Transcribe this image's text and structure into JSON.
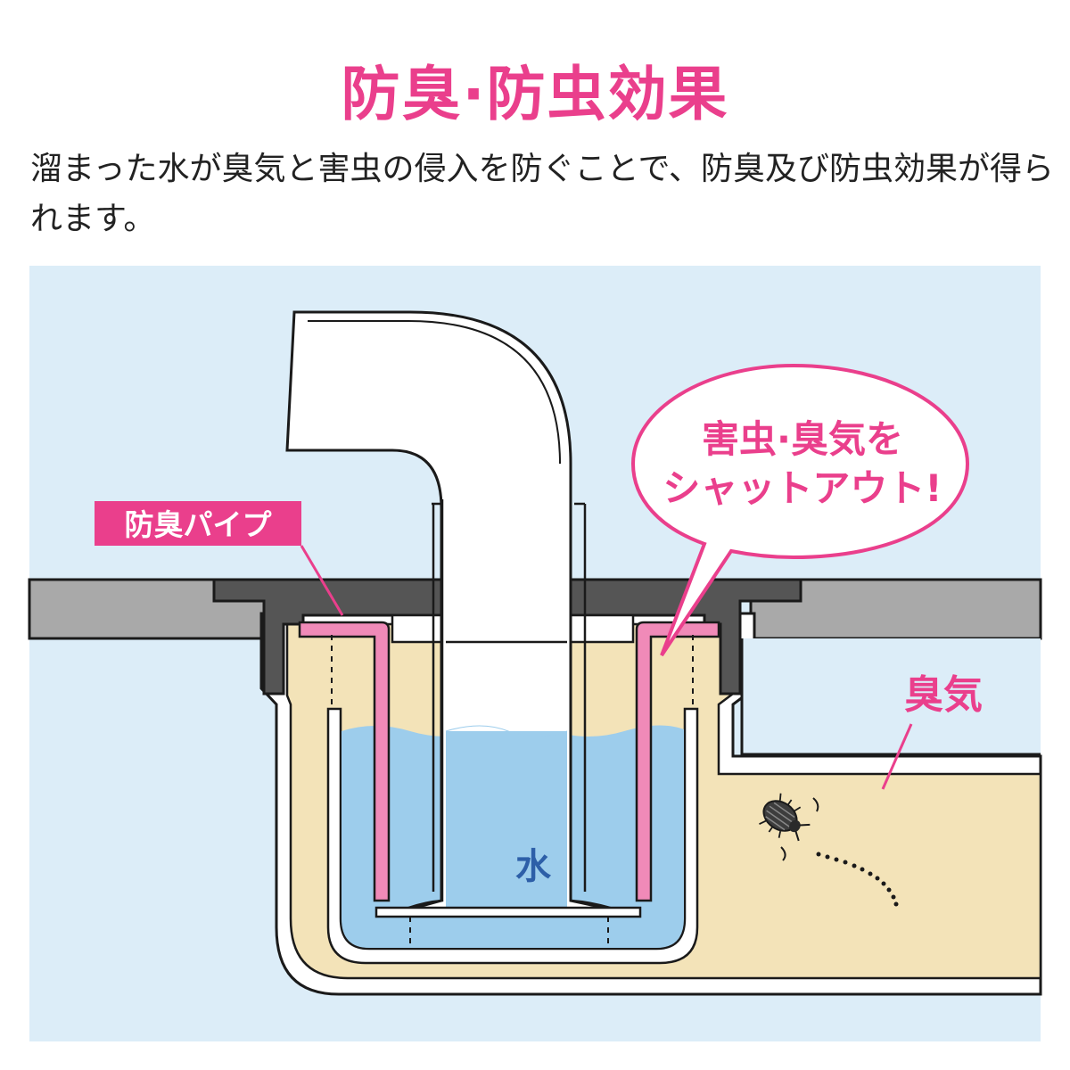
{
  "title": "防臭·防虫効果",
  "description": "溜まった水が臭気と害虫の侵入を防ぐことで、防臭及び防虫効果が得られます。",
  "labels": {
    "pipe_label": "防臭パイプ",
    "bubble_line1": "害虫·臭気を",
    "bubble_line2": "シャットアウト!",
    "odor": "臭気",
    "water": "水"
  },
  "colors": {
    "accent": "#ea3f8c",
    "background_panel": "#dcedf8",
    "water": "#9dcdec",
    "odor_fill": "#f3e3b8",
    "floor": "#a9a9a9",
    "gasket": "#555555",
    "water_label": "#2d5fa8"
  }
}
